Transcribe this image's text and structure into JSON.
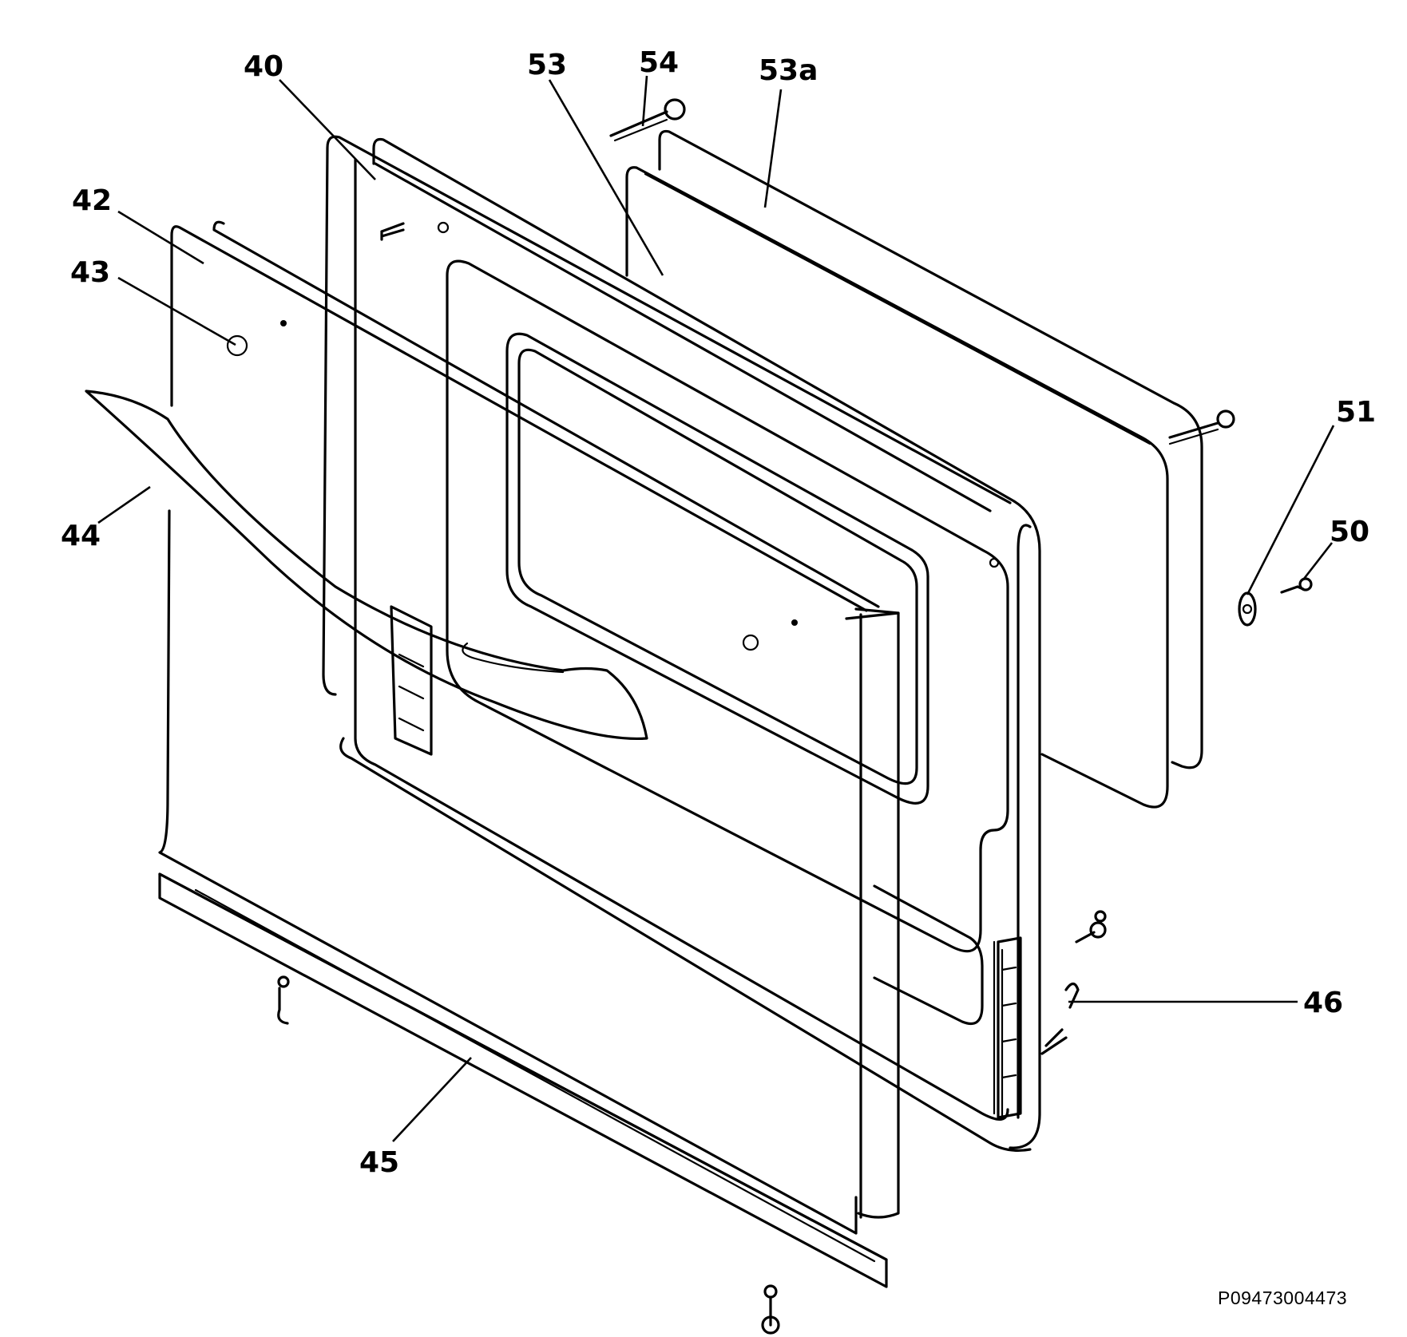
{
  "diagram": {
    "callouts": {
      "p40": "40",
      "p42": "42",
      "p43": "43",
      "p44": "44",
      "p45": "45",
      "p46": "46",
      "p50": "50",
      "p51": "51",
      "p53": "53",
      "p53a": "53a",
      "p54": "54"
    },
    "reference_code": "P09473004473"
  }
}
